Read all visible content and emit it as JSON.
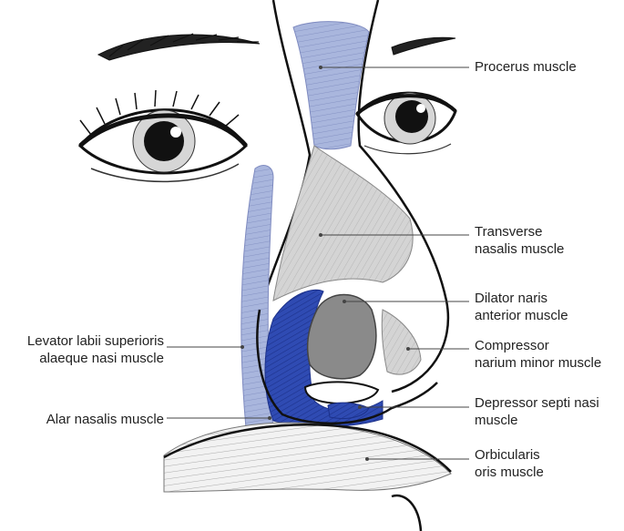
{
  "colors": {
    "muscle_blue": "#a9b6dd",
    "muscle_deep_blue": "#2f4bb3",
    "muscle_gray": "#c9c9c9",
    "cartilage_dark": "#8a8a8a",
    "outline": "#111111",
    "leader": "#444444"
  },
  "labels": {
    "procerus": "Procerus muscle",
    "transverse_nasalis": "Transverse\nnasalis muscle",
    "dilator_naris": "Dilator naris\nanterior muscle",
    "compressor_narium": "Compressor\nnarium minor muscle",
    "depressor_septi": "Depressor septi nasi\nmuscle",
    "orbicularis_oris": "Orbicularis\noris muscle",
    "levator_labii": "Levator labii superioris\nalaeque nasi muscle",
    "alar_nasalis": "Alar nasalis muscle"
  },
  "icons": {
    "left_eye": "eye-icon",
    "right_eye": "eye-icon"
  }
}
